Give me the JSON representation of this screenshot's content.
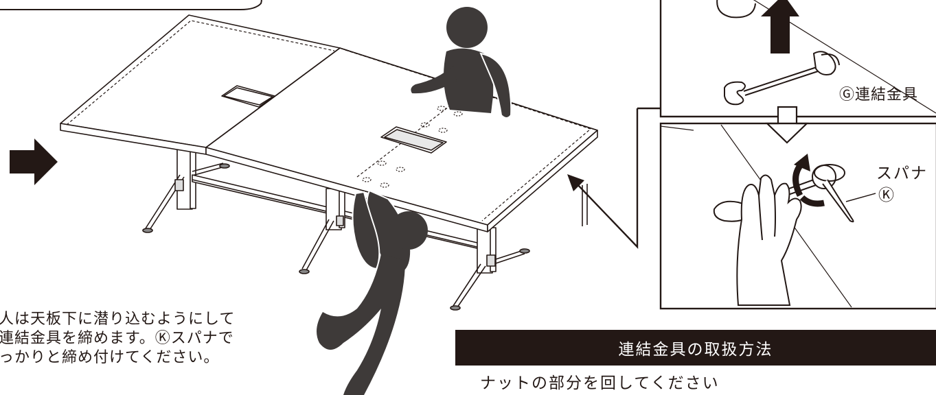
{
  "instruction": {
    "text": "人は天板下に潜り込むようにして\n連結金具を締めます。Ⓚスパナで\nっかりと締め付けてください。"
  },
  "callouts": {
    "connector_label": "Ⓖ連結金具",
    "wrench_label": "スパナ",
    "wrench_mark": "Ⓚ"
  },
  "info_box": {
    "title": "連結金具の取扱方法",
    "body": "ナットの部分を回してください"
  },
  "colors": {
    "ink": "#231815",
    "figure": "#3e3a39",
    "white": "#ffffff"
  },
  "icons": [
    "arrow-right-icon",
    "arrow-up-icon",
    "arrow-down-outline-icon",
    "rotate-arrow-icon",
    "pointer-arrow-icon"
  ]
}
